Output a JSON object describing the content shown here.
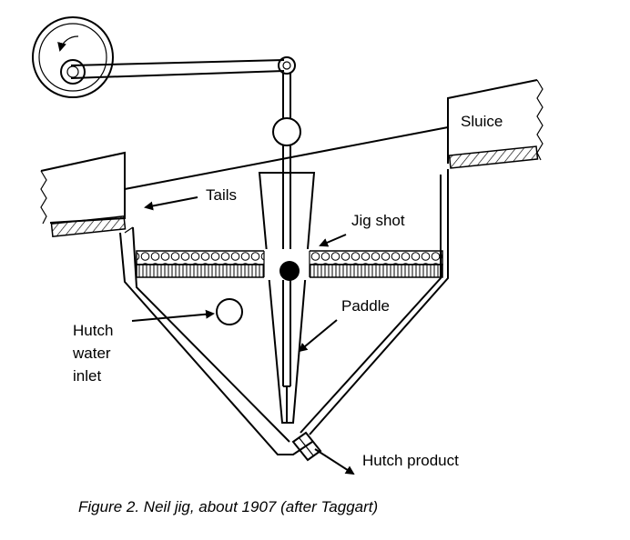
{
  "labels": {
    "sluice": "Sluice",
    "tails": "Tails",
    "jig_shot": "Jig shot",
    "paddle": "Paddle",
    "hutch_line1": "Hutch",
    "hutch_line2": "water",
    "hutch_line3": "inlet",
    "hutch_product": "Hutch product"
  },
  "caption": "Figure 2. Neil jig, about 1907 (after Taggart)"
}
